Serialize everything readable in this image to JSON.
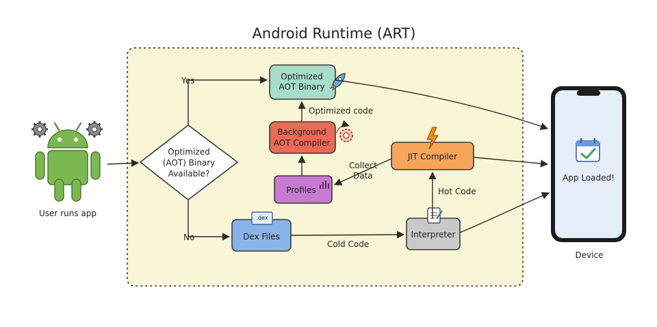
{
  "title": "Android Runtime (ART)",
  "colors": {
    "region_fill": "#f8f6d6",
    "optimized_binary": "#a8dccb",
    "background_compiler": "#e86a57",
    "profiles": "#c77ad1",
    "jit_compiler": "#f6a55a",
    "dex_files": "#8ab4e8",
    "interpreter": "#c9c9c9",
    "android_green": "#7cb850",
    "check_green": "#3aa55a"
  },
  "actor": {
    "label": "User runs app",
    "icon": "android-robot-icon"
  },
  "decision": {
    "line1": "Optimized",
    "line2": "(AOT) Binary",
    "line3": "Available?"
  },
  "nodes": {
    "optimized_binary": {
      "line1": "Optimized",
      "line2": "AOT Binary",
      "icon": "rocket-icon"
    },
    "background_compiler": {
      "line1": "Background",
      "line2": "AOT Compiler",
      "icon": "gear-icon"
    },
    "profiles": {
      "label": "Profiles",
      "icon": "bar-chart-icon"
    },
    "jit_compiler": {
      "label": "JIT Compiler",
      "icon": "lightning-icon"
    },
    "dex_files": {
      "label": "Dex Files",
      "icon": "folder-icon",
      "badge": ".dex"
    },
    "interpreter": {
      "label": "Interpreter",
      "icon": "notepad-icon"
    }
  },
  "edge_labels": {
    "yes": "Yes",
    "no": "No",
    "optimized_code": "Optimized code",
    "collect_data_1": "Collect",
    "collect_data_2": "Data",
    "hot_code": "Hot Code",
    "cold_code": "Cold Code"
  },
  "device": {
    "screen_text": "App Loaded!",
    "caption": "Device",
    "icon": "calendar-check-icon"
  }
}
